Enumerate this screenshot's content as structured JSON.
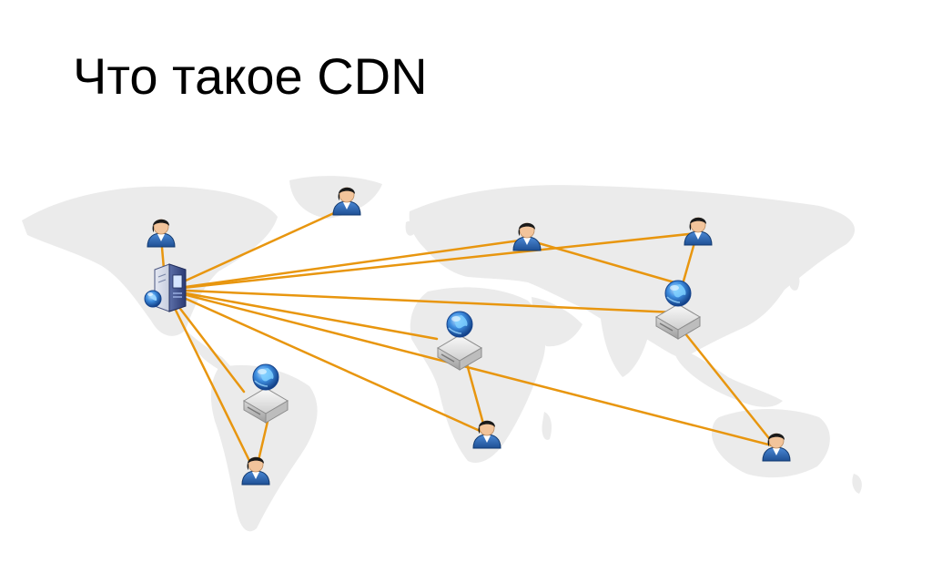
{
  "slide": {
    "title": "Что такое CDN"
  },
  "colors": {
    "link_line": "#E8960F",
    "map_land": "#EBEBEB",
    "server_blue": "#2F6FC1",
    "user_skin": "#F2C49B",
    "user_hair": "#1A1A1A",
    "user_shirt": "#2E6DB5",
    "globe_blue": "#3E8EE0",
    "edge_box": "#D9D9D9"
  },
  "diagram": {
    "nodes": [
      {
        "id": "origin",
        "type": "origin-server",
        "icon": "origin-server-icon"
      },
      {
        "id": "edge_sa",
        "type": "edge-server",
        "icon": "edge-server-icon"
      },
      {
        "id": "edge_af",
        "type": "edge-server",
        "icon": "edge-server-icon"
      },
      {
        "id": "edge_as",
        "type": "edge-server",
        "icon": "edge-server-icon"
      },
      {
        "id": "user_na",
        "type": "user",
        "icon": "user-icon"
      },
      {
        "id": "user_gl",
        "type": "user",
        "icon": "user-icon"
      },
      {
        "id": "user_eu",
        "type": "user",
        "icon": "user-icon"
      },
      {
        "id": "user_ea",
        "type": "user",
        "icon": "user-icon"
      },
      {
        "id": "user_sa",
        "type": "user",
        "icon": "user-icon"
      },
      {
        "id": "user_af",
        "type": "user",
        "icon": "user-icon"
      },
      {
        "id": "user_au",
        "type": "user",
        "icon": "user-icon"
      }
    ],
    "edges": [
      {
        "from": "origin",
        "to": "user_na"
      },
      {
        "from": "origin",
        "to": "user_gl"
      },
      {
        "from": "origin",
        "to": "user_eu"
      },
      {
        "from": "origin",
        "to": "user_ea"
      },
      {
        "from": "origin",
        "to": "edge_as"
      },
      {
        "from": "origin",
        "to": "edge_af"
      },
      {
        "from": "origin",
        "to": "edge_sa"
      },
      {
        "from": "origin",
        "to": "user_sa"
      },
      {
        "from": "origin",
        "to": "user_af"
      },
      {
        "from": "origin",
        "to": "user_au"
      },
      {
        "from": "user_eu",
        "to": "edge_as"
      },
      {
        "from": "user_ea",
        "to": "edge_as"
      },
      {
        "from": "edge_as",
        "to": "user_au"
      },
      {
        "from": "edge_af",
        "to": "user_af"
      },
      {
        "from": "edge_sa",
        "to": "user_sa"
      }
    ]
  }
}
